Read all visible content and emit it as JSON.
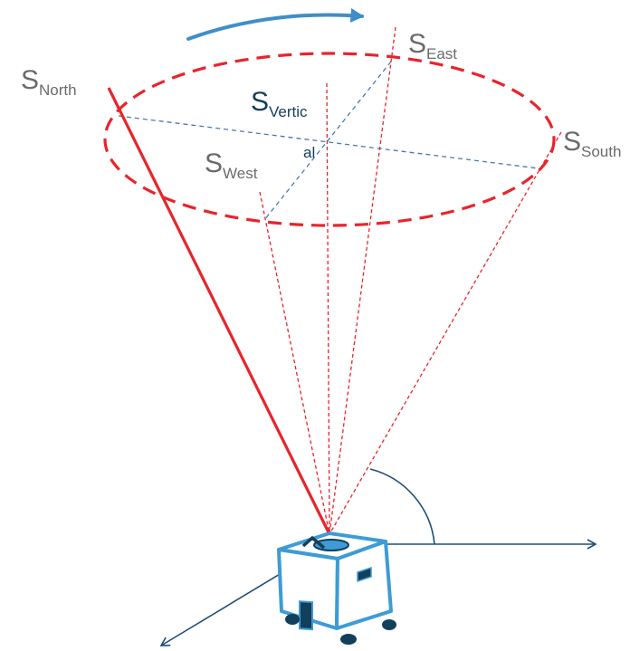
{
  "labels": {
    "north": {
      "main": "S",
      "sub": "North"
    },
    "east": {
      "main": "S",
      "sub": "East"
    },
    "vertical": {
      "main": "S",
      "sub": "Vertic",
      "tail": "al"
    },
    "west": {
      "main": "S",
      "sub": "West"
    },
    "south": {
      "main": "S",
      "sub": "South"
    }
  },
  "colors": {
    "beam": "#e8242b",
    "ellipse": "#e8242b",
    "axis_dashed": "#4a78b0",
    "rotation_arrow": "#3f8ec9",
    "axis": "#1f4e79",
    "device_body": "#3e9bd5",
    "device_dark": "#123f5a"
  },
  "icons": {
    "rotation": "rotation-arrow-icon",
    "device": "sensor-device-icon"
  }
}
